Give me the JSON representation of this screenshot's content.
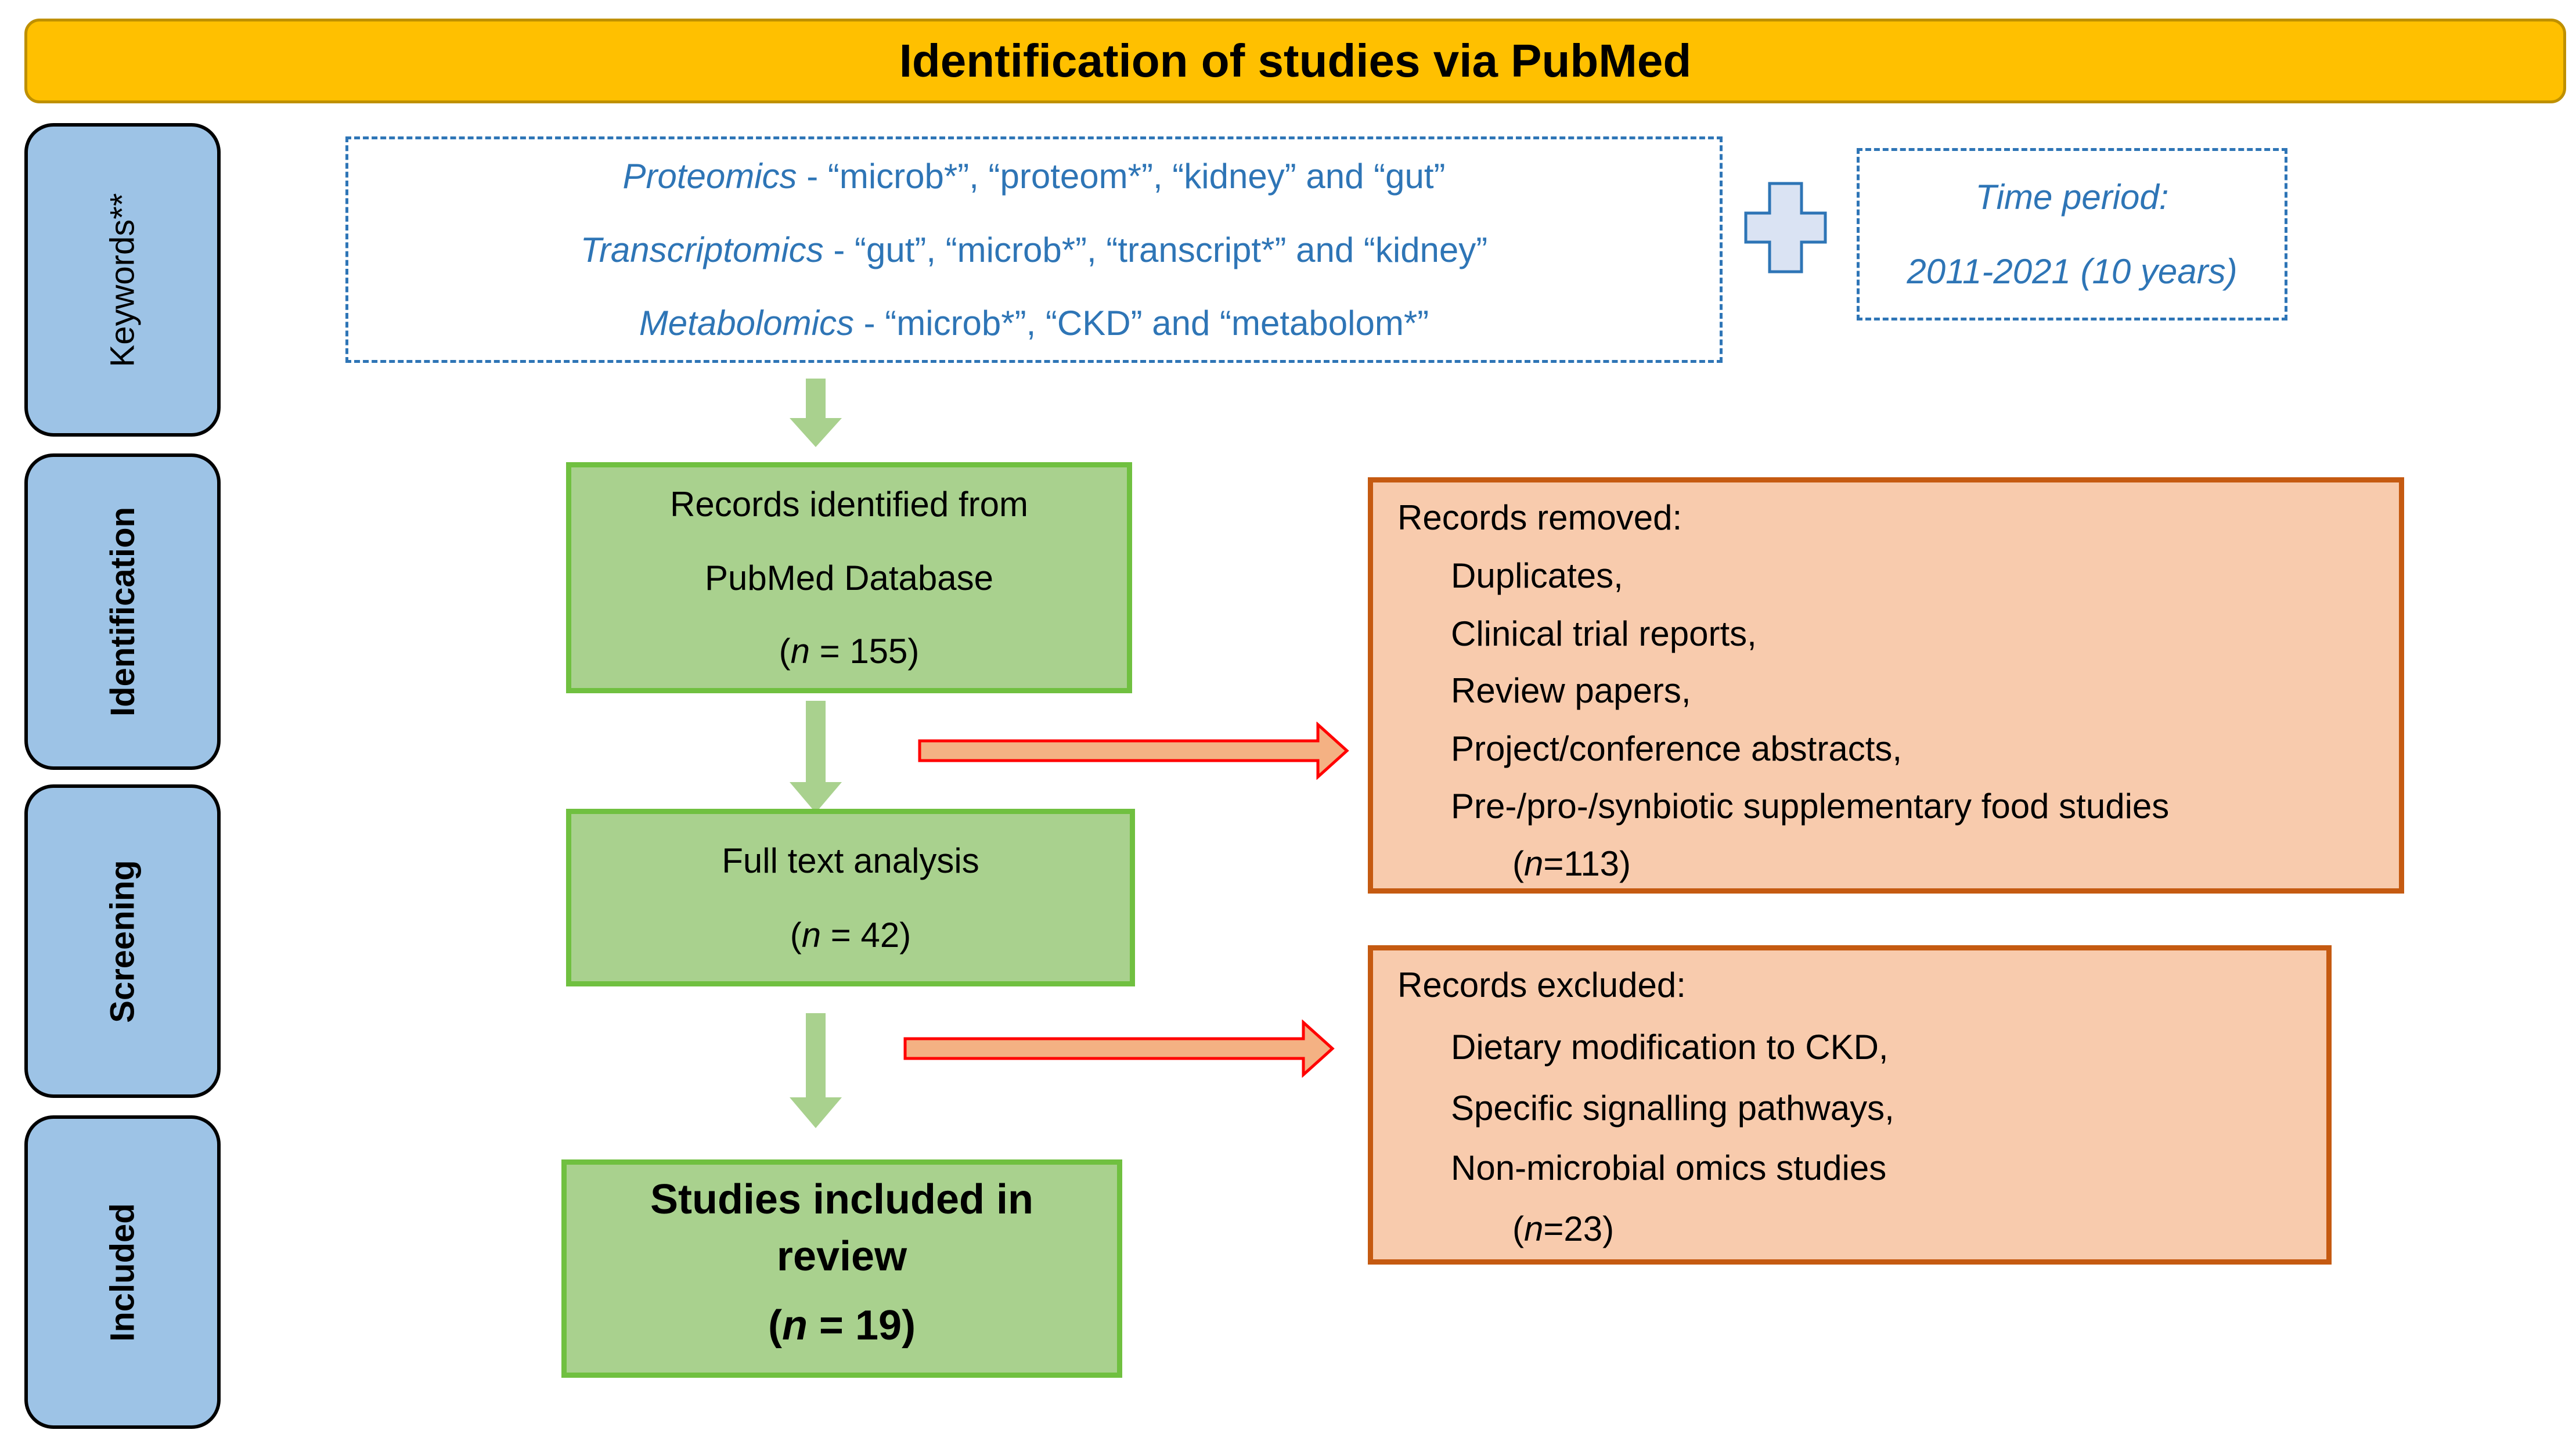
{
  "title": "Identification of studies via PubMed",
  "stages": {
    "keywords": "Keywords**",
    "identification": "Identification",
    "screening": "Screening",
    "included": "Included"
  },
  "keywords_box": {
    "proteomics_label": "Proteomics",
    "proteomics_terms": " - “microb*”, “proteom*”, “kidney” and “gut”",
    "transcriptomics_label": "Transcriptomics",
    "transcriptomics_terms": " - “gut”, “microb*”, “transcript*” and “kidney”",
    "metabolomics_label": "Metabolomics",
    "metabolomics_terms": " - “microb*”, “CKD” and “metabolom*”"
  },
  "time_period": {
    "label": "Time period:",
    "value": "2011-2021 (10 years)"
  },
  "identified": {
    "line1": "Records identified from",
    "line2": "PubMed Database",
    "n_prefix": "(",
    "n_var": "n",
    "n_value": " = 155)"
  },
  "fulltext": {
    "line1": "Full text analysis",
    "n_prefix": "(",
    "n_var": "n",
    "n_value": " = 42)"
  },
  "included": {
    "line1": "Studies included in",
    "line2": "review",
    "n_prefix": "(",
    "n_var": "n",
    "n_value": " = 19)"
  },
  "removed": {
    "heading": "Records removed:",
    "items": [
      "Duplicates,",
      "Clinical trial reports,",
      "Review papers,",
      "Project/conference abstracts,",
      "Pre-/pro-/synbiotic supplementary food studies"
    ],
    "n_prefix": "(",
    "n_var": "n",
    "n_value": "=113)"
  },
  "excluded": {
    "heading": "Records excluded:",
    "items": [
      "Dietary modification to CKD,",
      "Specific signalling pathways,",
      "Non-microbial omics studies"
    ],
    "n_prefix": "(",
    "n_var": "n",
    "n_value": "=23)"
  },
  "colors": {
    "banner": "#ffc000",
    "stage": "#9dc3e6",
    "keyword_text": "#2e75b6",
    "green_box": "#a9d18e",
    "green_border": "#70c040",
    "orange_box": "#f8cbad",
    "orange_border": "#c55a11",
    "red_arrow": "#ff0000",
    "plus_fill": "#dae3f3"
  }
}
